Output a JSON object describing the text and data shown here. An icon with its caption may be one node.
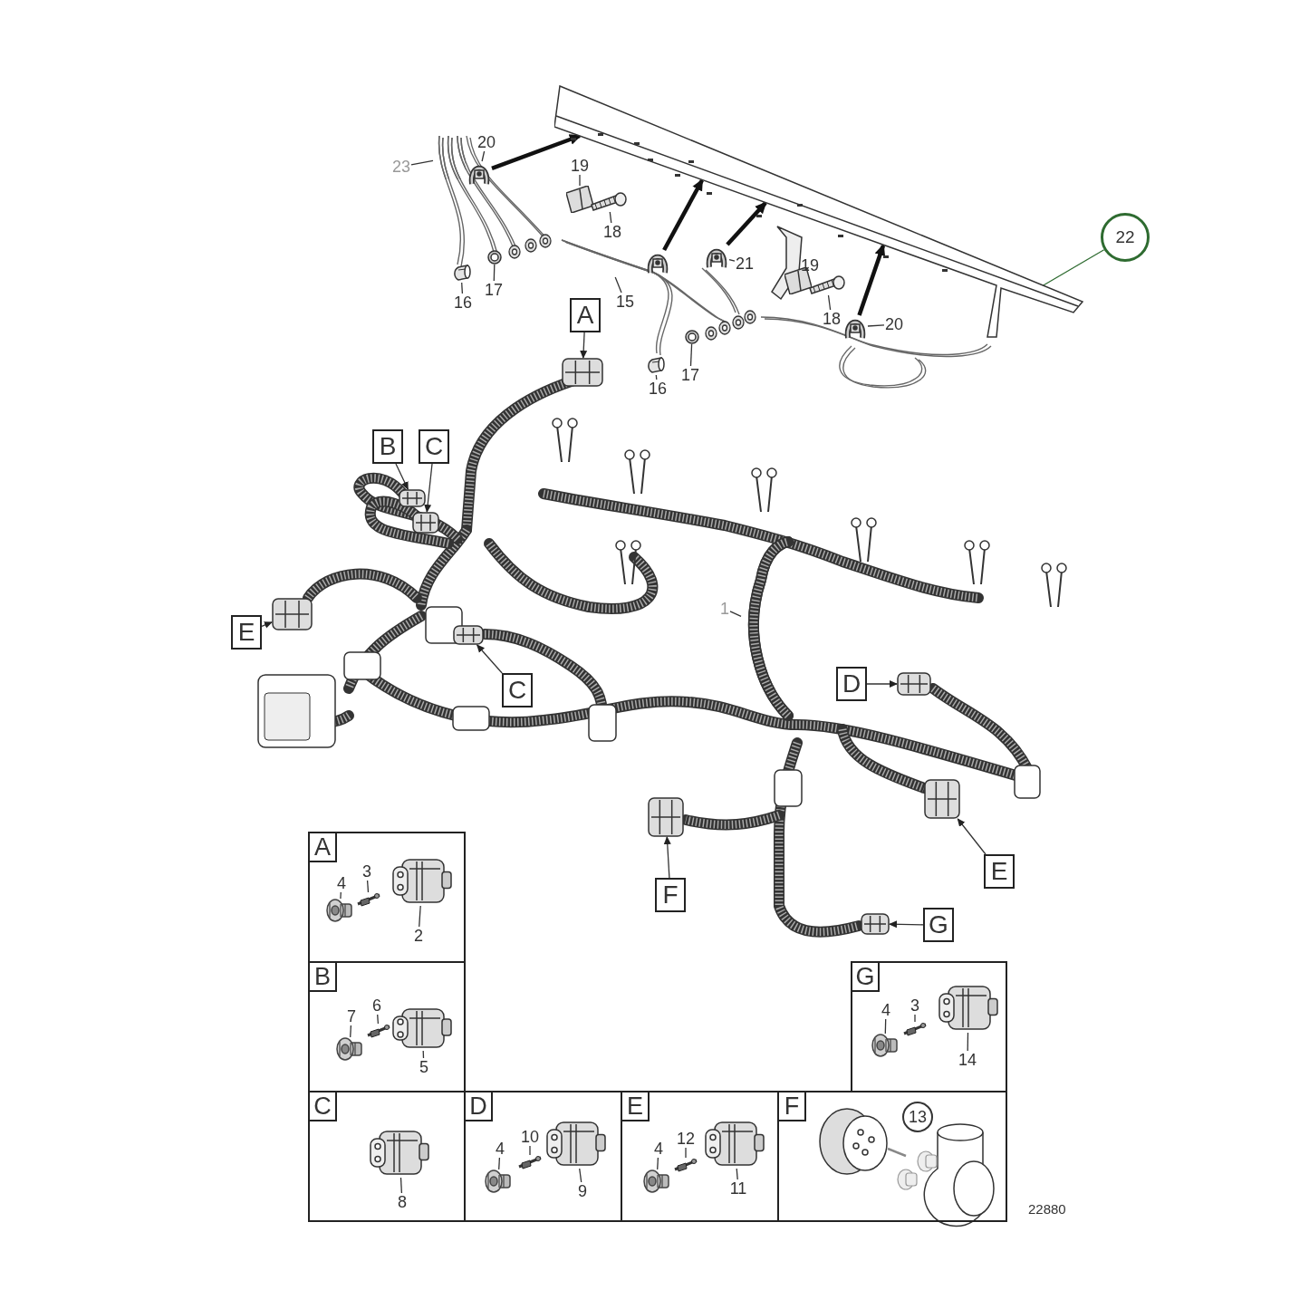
{
  "diagram": {
    "nodes": [
      {
        "text": [
          "23"
        ]
      },
      {
        "text": [
          "20"
        ]
      },
      {
        "text": [
          "19"
        ]
      },
      {
        "text": [
          "18"
        ]
      },
      {
        "text": [
          "16"
        ]
      },
      {
        "text": [
          "17"
        ]
      },
      {
        "text": [
          "15"
        ]
      },
      {
        "text": [
          "21"
        ]
      },
      {
        "text": [
          "22"
        ]
      },
      {
        "text": [
          "19"
        ]
      },
      {
        "text": [
          "18"
        ]
      },
      {
        "text": [
          "20"
        ]
      },
      {
        "text": [
          "16"
        ]
      },
      {
        "text": [
          "17"
        ]
      },
      {
        "text": [
          "A"
        ]
      },
      {
        "text": [
          "B"
        ]
      },
      {
        "text": [
          "C"
        ]
      },
      {
        "text": [
          "1"
        ]
      },
      {
        "text": [
          "E"
        ]
      },
      {
        "text": [
          "C"
        ]
      },
      {
        "text": [
          "D"
        ]
      },
      {
        "text": [
          "F"
        ]
      },
      {
        "text": [
          "E"
        ]
      },
      {
        "text": [
          "G"
        ]
      },
      {
        "text": [
          "A"
        ]
      },
      {
        "text": [
          "4"
        ],
        "in": 24
      },
      {
        "text": [
          "3"
        ],
        "in": 24
      },
      {
        "text": [
          "2"
        ],
        "in": 24
      },
      {
        "text": [
          "B"
        ]
      },
      {
        "text": [
          "7"
        ],
        "in": 28
      },
      {
        "text": [
          "6"
        ],
        "in": 28
      },
      {
        "text": [
          "5"
        ],
        "in": 28
      },
      {
        "text": [
          "G"
        ]
      },
      {
        "text": [
          "4"
        ],
        "in": 32
      },
      {
        "text": [
          "3"
        ],
        "in": 32
      },
      {
        "text": [
          "14"
        ],
        "in": 32
      },
      {
        "text": [
          "C"
        ]
      },
      {
        "text": [
          "8"
        ],
        "in": 36
      },
      {
        "text": [
          "D"
        ]
      },
      {
        "text": [
          "4"
        ],
        "in": 38
      },
      {
        "text": [
          "10"
        ],
        "in": 38
      },
      {
        "text": [
          "9"
        ],
        "in": 38
      },
      {
        "text": [
          "E"
        ]
      },
      {
        "text": [
          "4"
        ],
        "in": 42
      },
      {
        "text": [
          "12"
        ],
        "in": 42
      },
      {
        "text": [
          "11"
        ],
        "in": 42
      },
      {
        "text": [
          "F"
        ]
      },
      {
        "text": [
          "13"
        ],
        "in": 46
      },
      {
        "text": [],
        "shape": "picture"
      },
      {
        "text": [],
        "shape": "picture"
      },
      {
        "text": [],
        "shape": "picture"
      },
      {
        "text": [],
        "shape": "picture"
      },
      {
        "text": [],
        "shape": "picture"
      },
      {
        "text": [],
        "shape": "picture"
      },
      {
        "text": [],
        "shape": "picture"
      },
      {
        "text": [],
        "shape": "picture"
      },
      {
        "text": [],
        "shape": "picture"
      },
      {
        "text": [],
        "shape": "picture"
      },
      {
        "text": [],
        "shape": "picture"
      },
      {
        "text": [],
        "shape": "picture"
      },
      {
        "text": [],
        "shape": "picture"
      },
      {
        "text": [],
        "shape": "picture"
      },
      {
        "text": [],
        "shape": "picture"
      },
      {
        "text": [],
        "shape": "picture"
      },
      {
        "text": [],
        "shape": "picture"
      },
      {
        "text": [],
        "shape": "picture"
      },
      {
        "text": [],
        "shape": "picture"
      },
      {
        "text": [],
        "shape": "picture"
      },
      {
        "text": [],
        "shape": "picture"
      },
      {
        "text": [],
        "shape": "picture"
      },
      {
        "text": [],
        "shape": "picture"
      },
      {
        "text": [],
        "shape": "picture"
      },
      {
        "text": [],
        "shape": "picture"
      },
      {
        "text": [],
        "shape": "picture",
        "in": 24
      },
      {
        "text": [],
        "shape": "picture",
        "in": 24
      },
      {
        "text": [],
        "shape": "picture",
        "in": 24
      },
      {
        "text": [],
        "shape": "picture",
        "in": 28
      },
      {
        "text": [],
        "shape": "picture",
        "in": 28
      },
      {
        "text": [],
        "shape": "picture",
        "in": 28
      },
      {
        "text": [],
        "shape": "picture",
        "in": 32
      },
      {
        "text": [],
        "shape": "picture",
        "in": 32
      },
      {
        "text": [],
        "shape": "picture",
        "in": 32
      },
      {
        "text": [],
        "shape": "picture",
        "in": 36
      },
      {
        "text": [],
        "shape": "picture",
        "in": 38
      },
      {
        "text": [],
        "shape": "picture",
        "in": 38
      },
      {
        "text": [],
        "shape": "picture",
        "in": 38
      },
      {
        "text": [],
        "shape": "picture",
        "in": 42
      },
      {
        "text": [],
        "shape": "picture",
        "in": 42
      },
      {
        "text": [],
        "shape": "picture",
        "in": 42
      }
    ],
    "edges": [
      {
        "from": 0,
        "to": 49,
        "arrow": "none"
      },
      {
        "from": 1,
        "to": 50,
        "arrow": "none"
      },
      {
        "from": 2,
        "to": 51,
        "arrow": "none"
      },
      {
        "from": 3,
        "to": 52,
        "arrow": "none"
      },
      {
        "from": 4,
        "to": 53,
        "arrow": "none"
      },
      {
        "from": 5,
        "to": 54,
        "arrow": "none"
      },
      {
        "from": 6,
        "to": 55,
        "arrow": "none"
      },
      {
        "from": 7,
        "to": 57,
        "arrow": "none"
      },
      {
        "from": 8,
        "to": 48,
        "arrow": "none",
        "color": "#2e6b30"
      },
      {
        "from": 9,
        "to": 58,
        "arrow": "none"
      },
      {
        "from": 10,
        "to": 59,
        "arrow": "none"
      },
      {
        "from": 11,
        "to": 60,
        "arrow": "none"
      },
      {
        "from": 12,
        "to": 61,
        "arrow": "none"
      },
      {
        "from": 13,
        "to": 62,
        "arrow": "none"
      },
      {
        "from": 14,
        "to": 64,
        "arrow": "to"
      },
      {
        "from": 15,
        "to": 65,
        "arrow": "to"
      },
      {
        "from": 16,
        "to": 66,
        "arrow": "to"
      },
      {
        "from": 17,
        "to": 63,
        "arrow": "none"
      },
      {
        "from": 18,
        "to": 67,
        "arrow": "to"
      },
      {
        "from": 19,
        "to": 68,
        "arrow": "to"
      },
      {
        "from": 20,
        "to": 69,
        "arrow": "to"
      },
      {
        "from": 21,
        "to": 70,
        "arrow": "to"
      },
      {
        "from": 22,
        "to": 71,
        "arrow": "to"
      },
      {
        "from": 23,
        "to": 72,
        "arrow": "to"
      },
      {
        "from": 25,
        "to": 73,
        "arrow": "none"
      },
      {
        "from": 26,
        "to": 74,
        "arrow": "none"
      },
      {
        "from": 27,
        "to": 75,
        "arrow": "none"
      },
      {
        "from": 29,
        "to": 76,
        "arrow": "none"
      },
      {
        "from": 30,
        "to": 77,
        "arrow": "none"
      },
      {
        "from": 31,
        "to": 78,
        "arrow": "none"
      },
      {
        "from": 33,
        "to": 79,
        "arrow": "none"
      },
      {
        "from": 34,
        "to": 80,
        "arrow": "none"
      },
      {
        "from": 35,
        "to": 81,
        "arrow": "none"
      },
      {
        "from": 37,
        "to": 82,
        "arrow": "none"
      },
      {
        "from": 39,
        "to": 83,
        "arrow": "none"
      },
      {
        "from": 40,
        "to": 84,
        "arrow": "none"
      },
      {
        "from": 41,
        "to": 85,
        "arrow": "none"
      },
      {
        "from": 43,
        "to": 86,
        "arrow": "none"
      },
      {
        "from": 44,
        "to": 87,
        "arrow": "none"
      },
      {
        "from": 45,
        "to": 88,
        "arrow": "none"
      },
      {
        "from": 50,
        "to": 48,
        "arrow": "to",
        "style": "thick"
      },
      {
        "from": 56,
        "to": 48,
        "arrow": "to",
        "style": "thick"
      },
      {
        "from": 57,
        "to": 48,
        "arrow": "to",
        "style": "thick"
      },
      {
        "from": 60,
        "to": 48,
        "arrow": "to",
        "style": "thick"
      }
    ],
    "labels": [
      "22880"
    ]
  }
}
